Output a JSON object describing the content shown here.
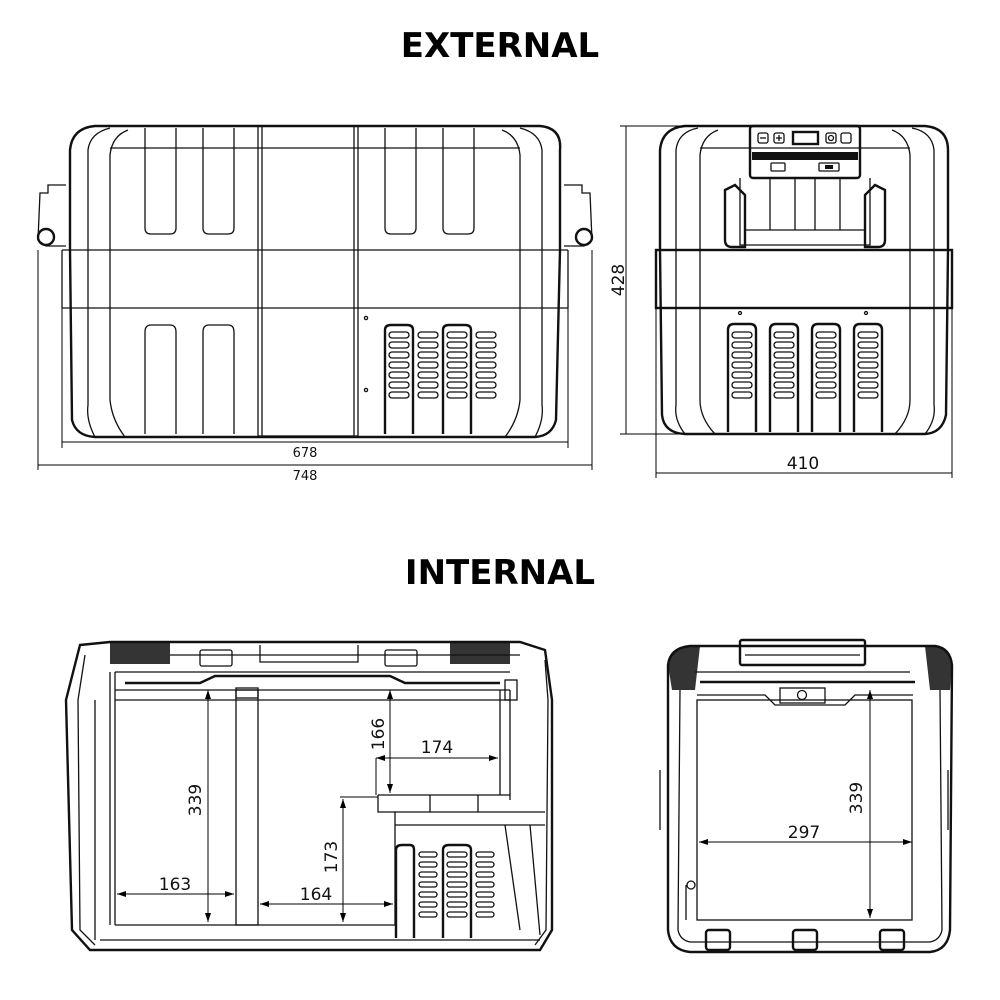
{
  "titles": {
    "external": "EXTERNAL",
    "internal": "INTERNAL"
  },
  "external": {
    "front_view": {
      "dimensions": {
        "body_width": "678",
        "overall_width": "748"
      }
    },
    "side_view": {
      "dimensions": {
        "height": "428",
        "depth": "410"
      },
      "control_panel": {
        "icons": [
          "minus-button",
          "plus-button",
          "display",
          "power-button",
          "settings-button",
          "usb-port",
          "dc-port"
        ]
      }
    }
  },
  "internal": {
    "front_section": {
      "dimensions": {
        "left_compartment_height": "339",
        "left_compartment_width": "163",
        "right_upper_height": "166",
        "right_upper_width": "174",
        "right_lower_height": "173",
        "right_lower_width": "164"
      }
    },
    "side_section": {
      "dimensions": {
        "inner_height": "339",
        "inner_width": "297"
      }
    }
  },
  "colors": {
    "line": "#111111",
    "background": "#ffffff"
  }
}
